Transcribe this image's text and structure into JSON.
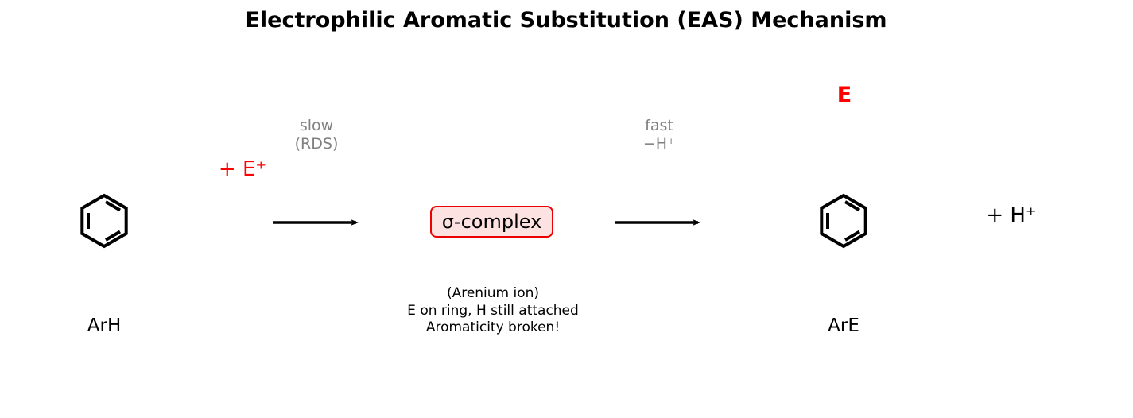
{
  "title": "Electrophilic Aromatic Substitution (EAS) Mechanism",
  "reactant": {
    "label": "ArH",
    "plus_electrophile": "+ E⁺"
  },
  "step1": {
    "line1": "slow",
    "line2": "(RDS)"
  },
  "intermediate": {
    "label": "σ-complex",
    "note_line1": "(Arenium ion)",
    "note_line2": "E on ring, H still attached",
    "note_line3": "Aromaticity broken!"
  },
  "step2": {
    "line1": "fast",
    "line2": "−H⁺"
  },
  "product": {
    "label": "ArE",
    "substituent": "E",
    "byproduct": "+ H⁺"
  },
  "colors": {
    "electrophile": "#ff0000",
    "condition_text": "#808080",
    "box_border": "#ee0000",
    "box_fill": "#fde2e2"
  }
}
